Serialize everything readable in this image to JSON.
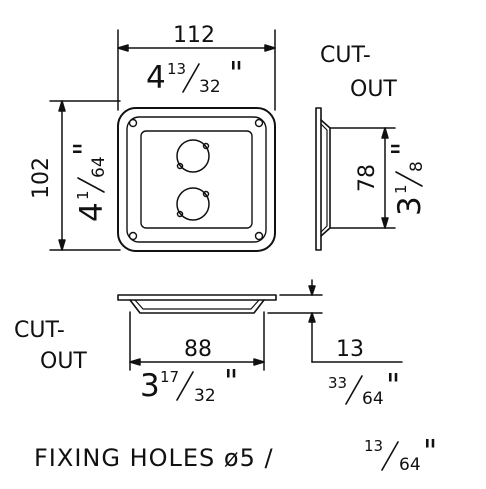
{
  "front": {
    "width_mm": "112",
    "width_in_whole": "4",
    "width_in_num": "13",
    "width_in_den": "32",
    "height_mm": "102",
    "height_in_whole": "4",
    "height_in_num": "1",
    "height_in_den": "64"
  },
  "side": {
    "cutout_label_1": "CUT-",
    "cutout_label_2": "OUT",
    "cutout_mm": "78",
    "cutout_in_whole": "3",
    "cutout_in_num": "1",
    "cutout_in_den": "8"
  },
  "bottom": {
    "cutout_label_1": "CUT-",
    "cutout_label_2": "OUT",
    "cutout_mm": "88",
    "cutout_in_whole": "3",
    "cutout_in_num": "17",
    "cutout_in_den": "32",
    "depth_mm": "13",
    "depth_in_num": "33",
    "depth_in_den": "64"
  },
  "footer": {
    "caption": "FIXING HOLES ø5 /",
    "in_num": "13",
    "in_den": "64",
    "inch_mark": "\""
  }
}
